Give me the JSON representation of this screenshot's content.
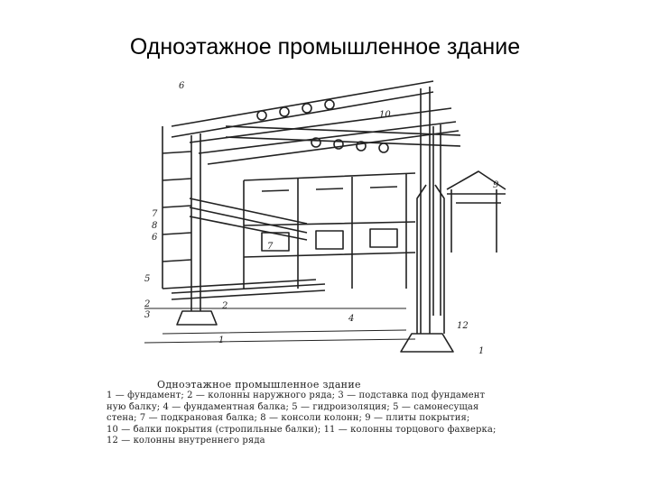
{
  "slide": {
    "title": "Одноэтажное промышленное здание"
  },
  "figure": {
    "labels": [
      "6",
      "10",
      "9",
      "7",
      "8",
      "6",
      "7",
      "5",
      "2",
      "3",
      "2",
      "4",
      "12",
      "1",
      "1"
    ]
  },
  "caption": {
    "title": "Одноэтажное промышленное здание",
    "lines": [
      "1 — фундамент; 2 — колонны наружного ряда; 3 — подставка под фундамент",
      "ную балку; 4 — фундаментная балка; 5 — гидроизоляция; 5 — самонесущая",
      "стена; 7 — подкрановая балка; 8 — консоли колонн; 9 — плиты покрытия;",
      "10 — балки покрытия (стропильные балки); 11 — колонны торцового фахверка;",
      "12 — колонны внутреннего ряда"
    ]
  }
}
